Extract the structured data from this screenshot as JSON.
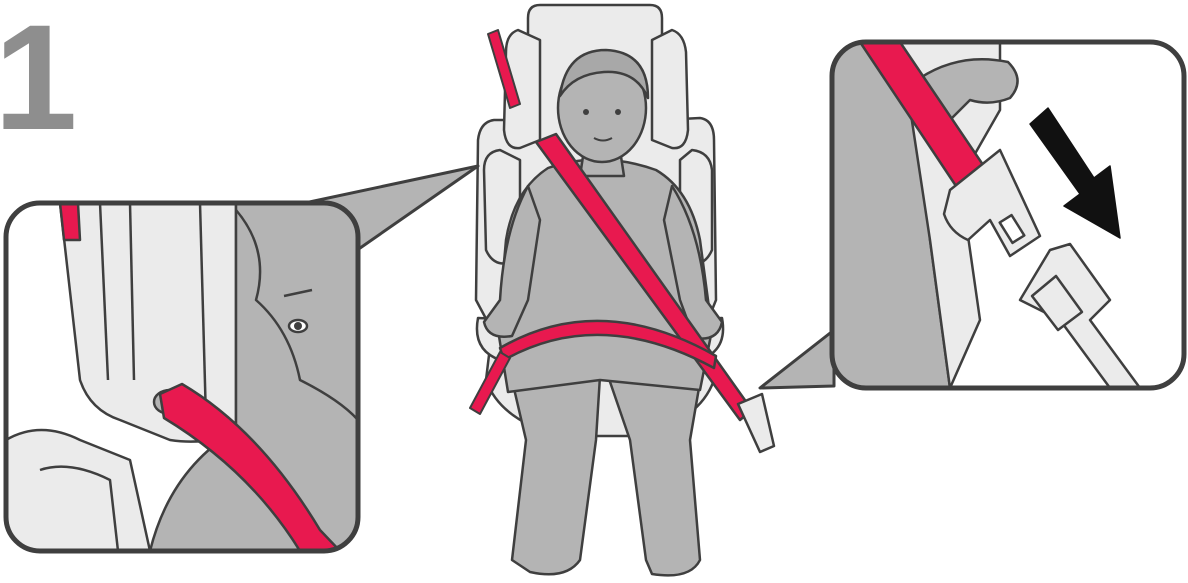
{
  "step": {
    "number": "1"
  },
  "colors": {
    "belt": "#e8194f",
    "child": "#b4b4b4",
    "seat": "#ebebeb",
    "outline": "#3f3f3f",
    "step_number": "#8e8e8e",
    "arrow": "#111111"
  },
  "panels": [
    {
      "name": "detail-left",
      "depicts": "shoulder-belt-guide-closeup"
    },
    {
      "name": "detail-right",
      "depicts": "buckle-latch-closeup"
    }
  ],
  "icons": [
    "arrow-down-right-icon"
  ]
}
